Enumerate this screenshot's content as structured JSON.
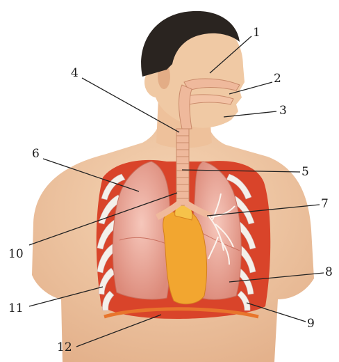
{
  "labels": [
    {
      "id": "1",
      "text": "1"
    },
    {
      "id": "2",
      "text": "2"
    },
    {
      "id": "3",
      "text": "3"
    },
    {
      "id": "4",
      "text": "4"
    },
    {
      "id": "5",
      "text": "5"
    },
    {
      "id": "6",
      "text": "6"
    },
    {
      "id": "7",
      "text": "7"
    },
    {
      "id": "8",
      "text": "8"
    },
    {
      "id": "9",
      "text": "9"
    },
    {
      "id": "10",
      "text": "10"
    },
    {
      "id": "11",
      "text": "11"
    },
    {
      "id": "12",
      "text": "12"
    }
  ],
  "colors": {
    "skin": "#f0c9a4",
    "skin_shadow": "#d9a57c",
    "hair": "#2a2420",
    "lung": "#e9a79a",
    "lung_dark": "#d98676",
    "cavity": "#d9442a",
    "rib": "#f4f0ea",
    "heart": "#f2a630",
    "diaphragm": "#e8752c",
    "airway": "#efb99c"
  }
}
